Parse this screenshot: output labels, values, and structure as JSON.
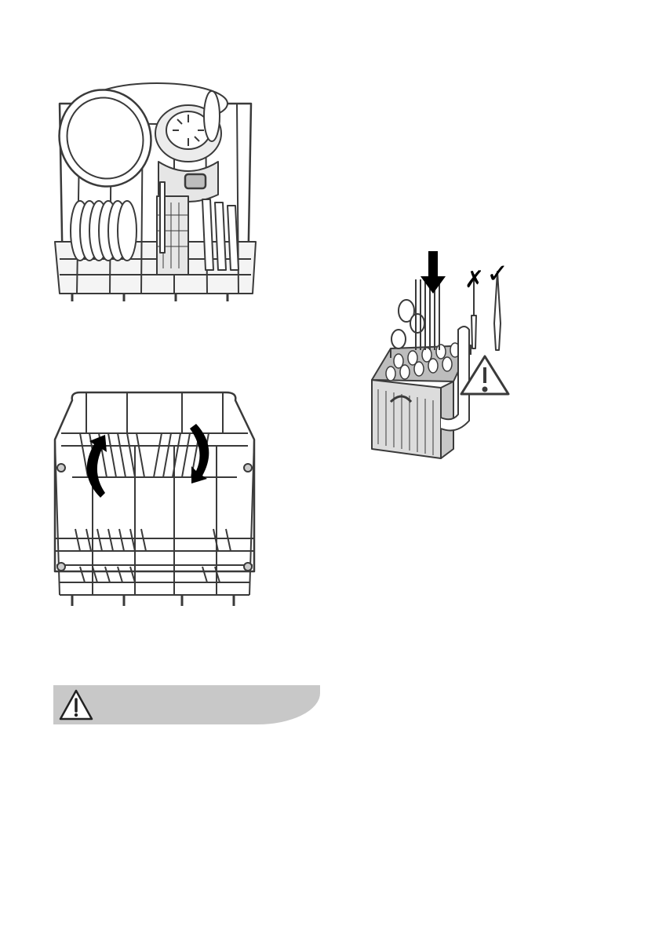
{
  "page": {
    "background": "#ffffff"
  },
  "colors": {
    "line": "#3a3a3a",
    "basket_fill": "#e2e2e2",
    "warning_bar": "#c8c8c8",
    "arrow": "#000000"
  },
  "figures": [
    {
      "id": "lower-basket-loaded",
      "icon": "dishwasher-lower-basket-loaded-illustration"
    },
    {
      "id": "lower-basket-empty",
      "icon": "dishwasher-lower-basket-folding-racks-illustration"
    },
    {
      "id": "cutlery-basket",
      "icon": "cutlery-basket-loading-illustration"
    }
  ],
  "warning": {
    "icon": "warning-triangle-icon"
  },
  "cutlery_marks": {
    "wrong": "✗",
    "right": "✓"
  }
}
